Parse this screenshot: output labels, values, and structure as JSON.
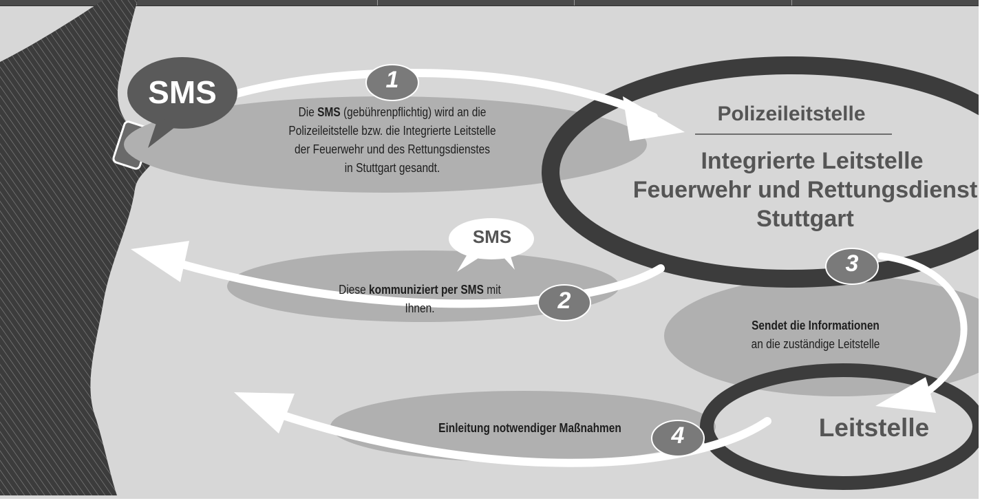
{
  "sms_bubble_large": "SMS",
  "sms_bubble_small": "SMS",
  "steps": [
    {
      "number": "1",
      "lines": [
        {
          "pre": "Die ",
          "bold": "SMS",
          "post": " (gebührenpflichtig) wird an die"
        },
        {
          "pre": "Polizeileitstelle bzw. die Integrierte Leitstelle",
          "bold": "",
          "post": ""
        },
        {
          "pre": "der Feuerwehr und des Rettungsdienstes",
          "bold": "",
          "post": ""
        },
        {
          "pre": "in Stuttgart gesandt.",
          "bold": "",
          "post": ""
        }
      ]
    },
    {
      "number": "2",
      "lines": [
        {
          "pre": "Diese ",
          "bold": "kommuniziert per SMS",
          "post": " mit"
        },
        {
          "pre": "Ihnen.",
          "bold": "",
          "post": ""
        }
      ]
    },
    {
      "number": "3",
      "lines": [
        {
          "pre": "",
          "bold": "Sendet die Informationen",
          "post": ""
        },
        {
          "pre": "an die zuständige Leitstelle",
          "bold": "",
          "post": ""
        }
      ]
    },
    {
      "number": "4",
      "text": "Einleitung notwendiger Maßnahmen"
    }
  ],
  "center": {
    "polizei": "Polizeileitstelle",
    "integriert_line1": "Integrierte Leitstelle",
    "integriert_line2": "Feuerwehr  und Rettungsdienst",
    "integriert_line3": "Stuttgart"
  },
  "leitstelle": "Leitstelle",
  "colors": {
    "background": "#d7d7d7",
    "ellipse_fill": "#b0b0b0",
    "ring_dark": "#3c3c3c",
    "badge": "#7a7a7a",
    "arrow": "#ffffff",
    "silhouette": "#3a3a3a"
  }
}
